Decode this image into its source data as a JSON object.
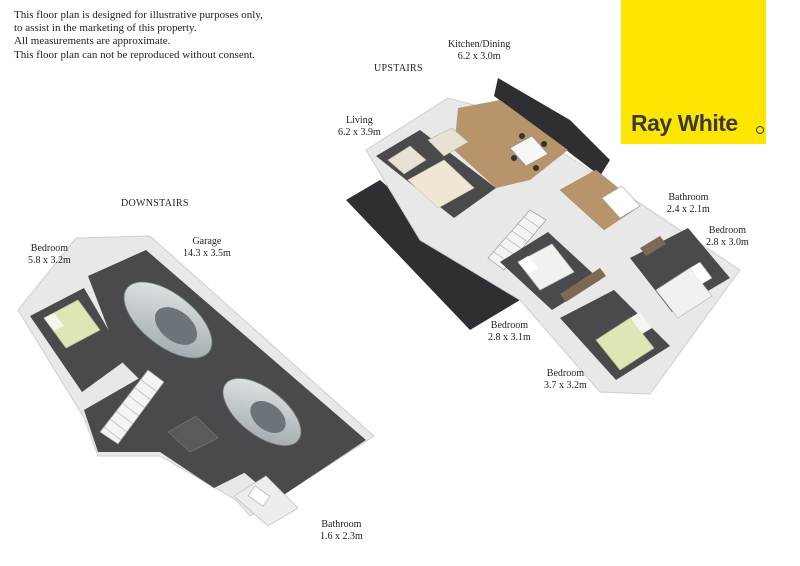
{
  "disclaimer": [
    "This floor plan is designed for illustrative purposes only,",
    "to assist in the marketing of this property.",
    "All measurements are approximate.",
    "This floor plan can not be reproduced without consent."
  ],
  "logo": {
    "brand": "Ray White",
    "color": "#ffe600",
    "text_color": "#3a3a3a"
  },
  "sections": {
    "downstairs": "DOWNSTAIRS",
    "upstairs": "UPSTAIRS"
  },
  "rooms": {
    "bedroom_down": {
      "name": "Bedroom",
      "dims": "5.8 x 3.2m"
    },
    "garage": {
      "name": "Garage",
      "dims": "14.3 x 3.5m"
    },
    "bathroom_down": {
      "name": "Bathroom",
      "dims": "1.6 x 2.3m"
    },
    "kitchen_dining": {
      "name": "Kitchen/Dining",
      "dims": "6.2 x 3.0m"
    },
    "living": {
      "name": "Living",
      "dims": "6.2 x 3.9m"
    },
    "bathroom_up": {
      "name": "Bathroom",
      "dims": "2.4 x 2.1m"
    },
    "bedroom_up_right": {
      "name": "Bedroom",
      "dims": "2.8 x 3.0m"
    },
    "bedroom_up_middle": {
      "name": "Bedroom",
      "dims": "2.8 x 3.1m"
    },
    "bedroom_up_bottom": {
      "name": "Bedroom",
      "dims": "3.7 x 3.2m"
    }
  },
  "colors": {
    "floor_dark": "#4a4a4d",
    "floor_wood": "#b8946a",
    "deck": "#2f2f33",
    "wall": "#f2f2f2",
    "bed_green": "#dfe6b5"
  }
}
